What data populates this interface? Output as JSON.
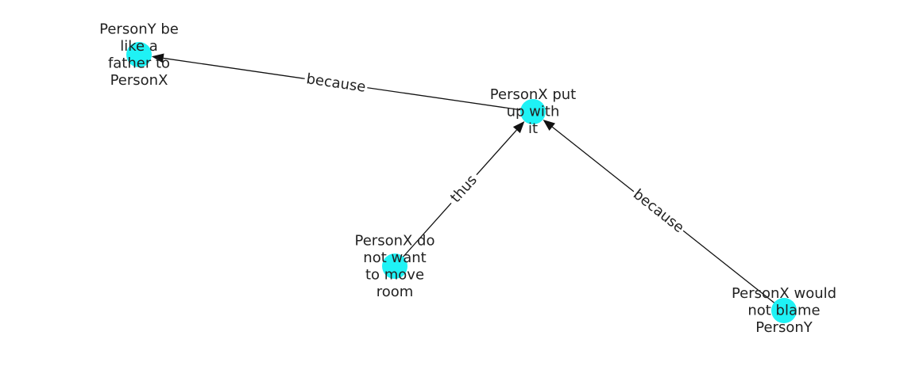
{
  "graph": {
    "node_color": "#1ff2f5",
    "edge_color": "#111111",
    "nodes": [
      {
        "id": "n1",
        "label_lines": [
          "PersonY be",
          "like a",
          "father to",
          "PersonX"
        ]
      },
      {
        "id": "n2",
        "label_lines": [
          "PersonX put",
          "up with",
          "it"
        ]
      },
      {
        "id": "n3",
        "label_lines": [
          "PersonX do",
          "not want",
          "to move",
          "room"
        ]
      },
      {
        "id": "n4",
        "label_lines": [
          "PersonX would",
          "not blame",
          "PersonY"
        ]
      }
    ],
    "edges": [
      {
        "source": "n2",
        "target": "n1",
        "label": "because"
      },
      {
        "source": "n3",
        "target": "n2",
        "label": "thus"
      },
      {
        "source": "n4",
        "target": "n2",
        "label": "because"
      }
    ]
  }
}
